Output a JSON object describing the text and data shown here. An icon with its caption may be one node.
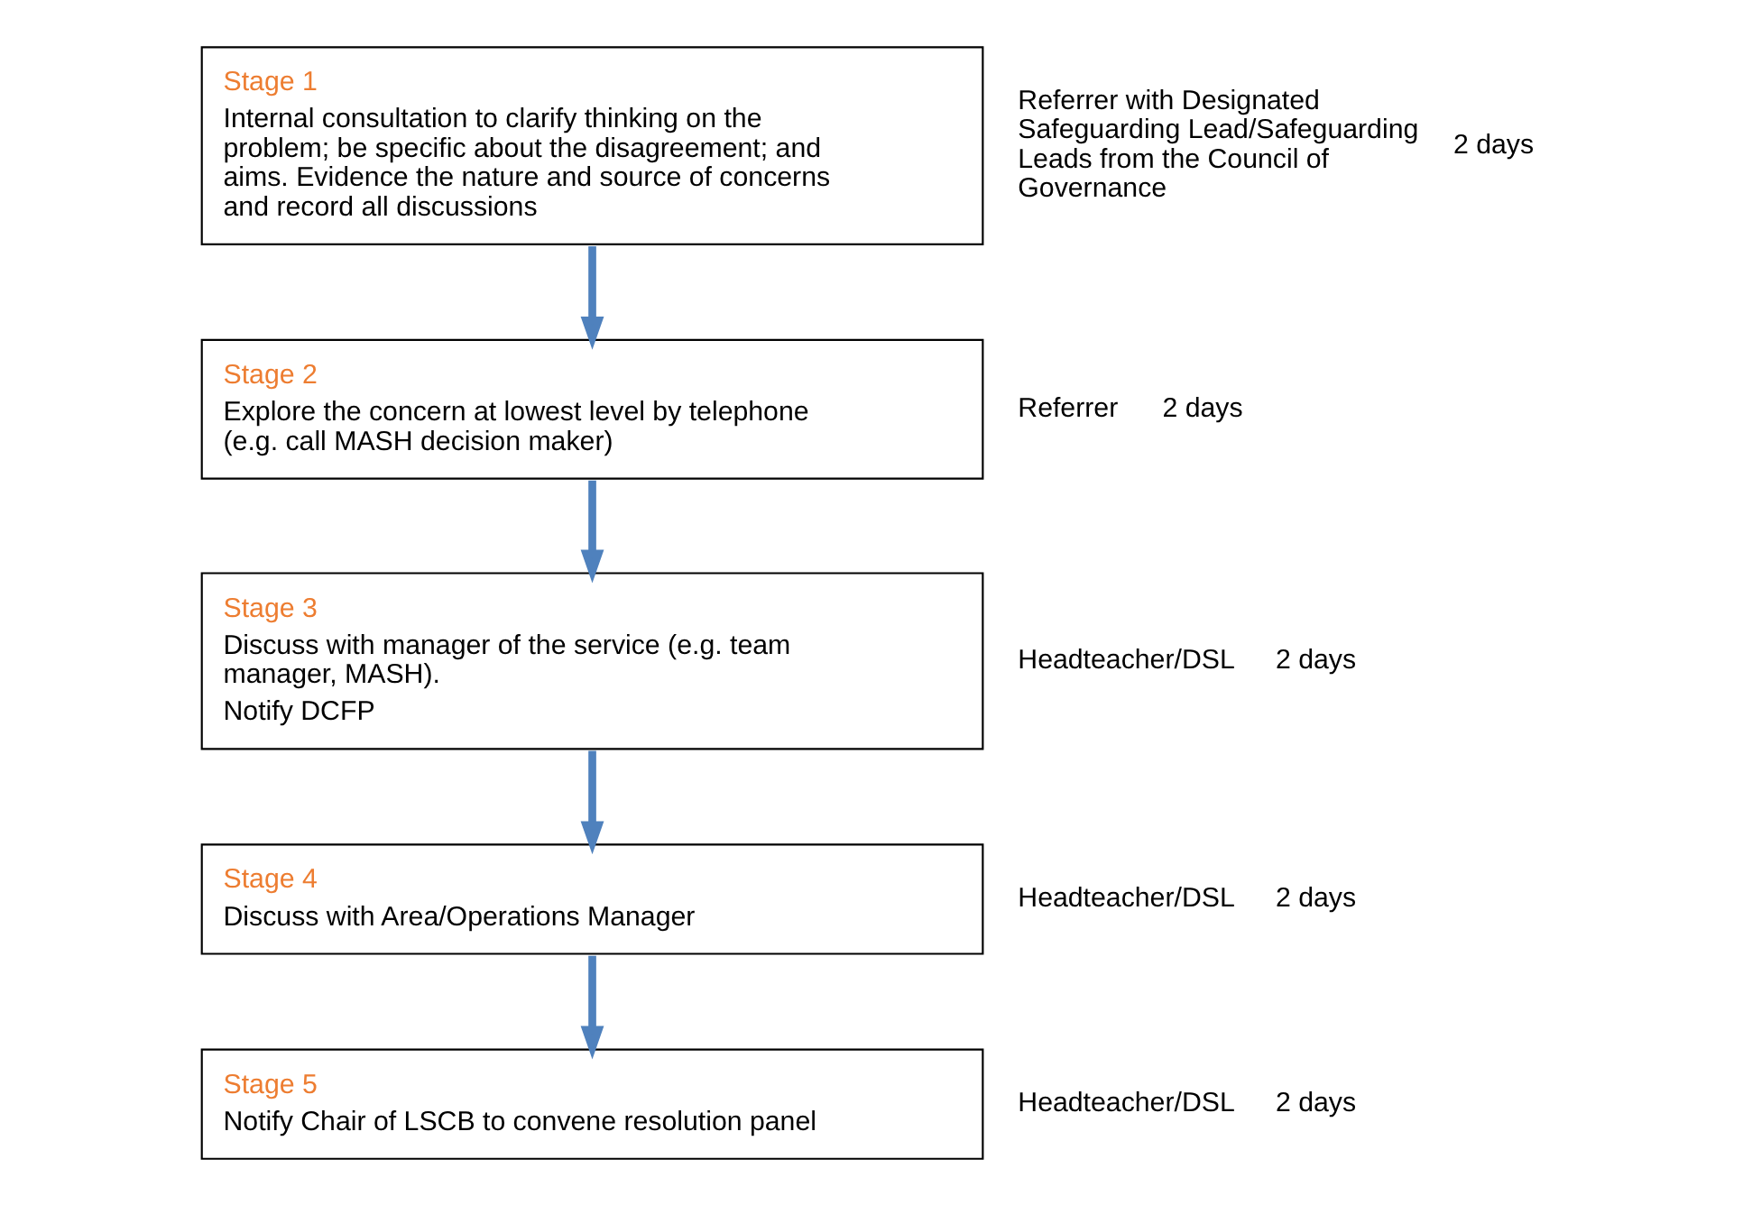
{
  "diagram": {
    "nodes": [
      {
        "text": [
          "Stage 1",
          "Internal consultation to clarify thinking on the problem; be specific about the disagreement; and aims. Evidence the nature and source of concerns and record all discussions"
        ],
        "beside": [
          "Referrer with Designated Safeguarding Lead/Safeguarding Leads from the Council of Governance",
          "2 days"
        ]
      },
      {
        "text": [
          "Stage 2",
          "Explore the concern at lowest level by telephone (e.g. call MASH decision maker)"
        ],
        "beside": [
          "Referrer",
          "2 days"
        ]
      },
      {
        "text": [
          "Stage 3",
          "Discuss with manager of the service (e.g. team manager, MASH).",
          "Notify DCFP"
        ],
        "beside": [
          "Headteacher/DSL",
          "2 days"
        ]
      },
      {
        "text": [
          "Stage 4",
          "Discuss with Area/Operations Manager"
        ],
        "beside": [
          "Headteacher/DSL",
          "2 days"
        ]
      },
      {
        "text": [
          "Stage 5",
          "Notify Chair of LSCB to convene resolution panel"
        ],
        "beside": [
          "Headteacher/DSL",
          "2 days"
        ]
      }
    ],
    "edges": [
      {
        "from": 0,
        "to": 1,
        "arrow": "to"
      },
      {
        "from": 1,
        "to": 2,
        "arrow": "to"
      },
      {
        "from": 2,
        "to": 3,
        "arrow": "to"
      },
      {
        "from": 3,
        "to": 4,
        "arrow": "to"
      }
    ]
  }
}
